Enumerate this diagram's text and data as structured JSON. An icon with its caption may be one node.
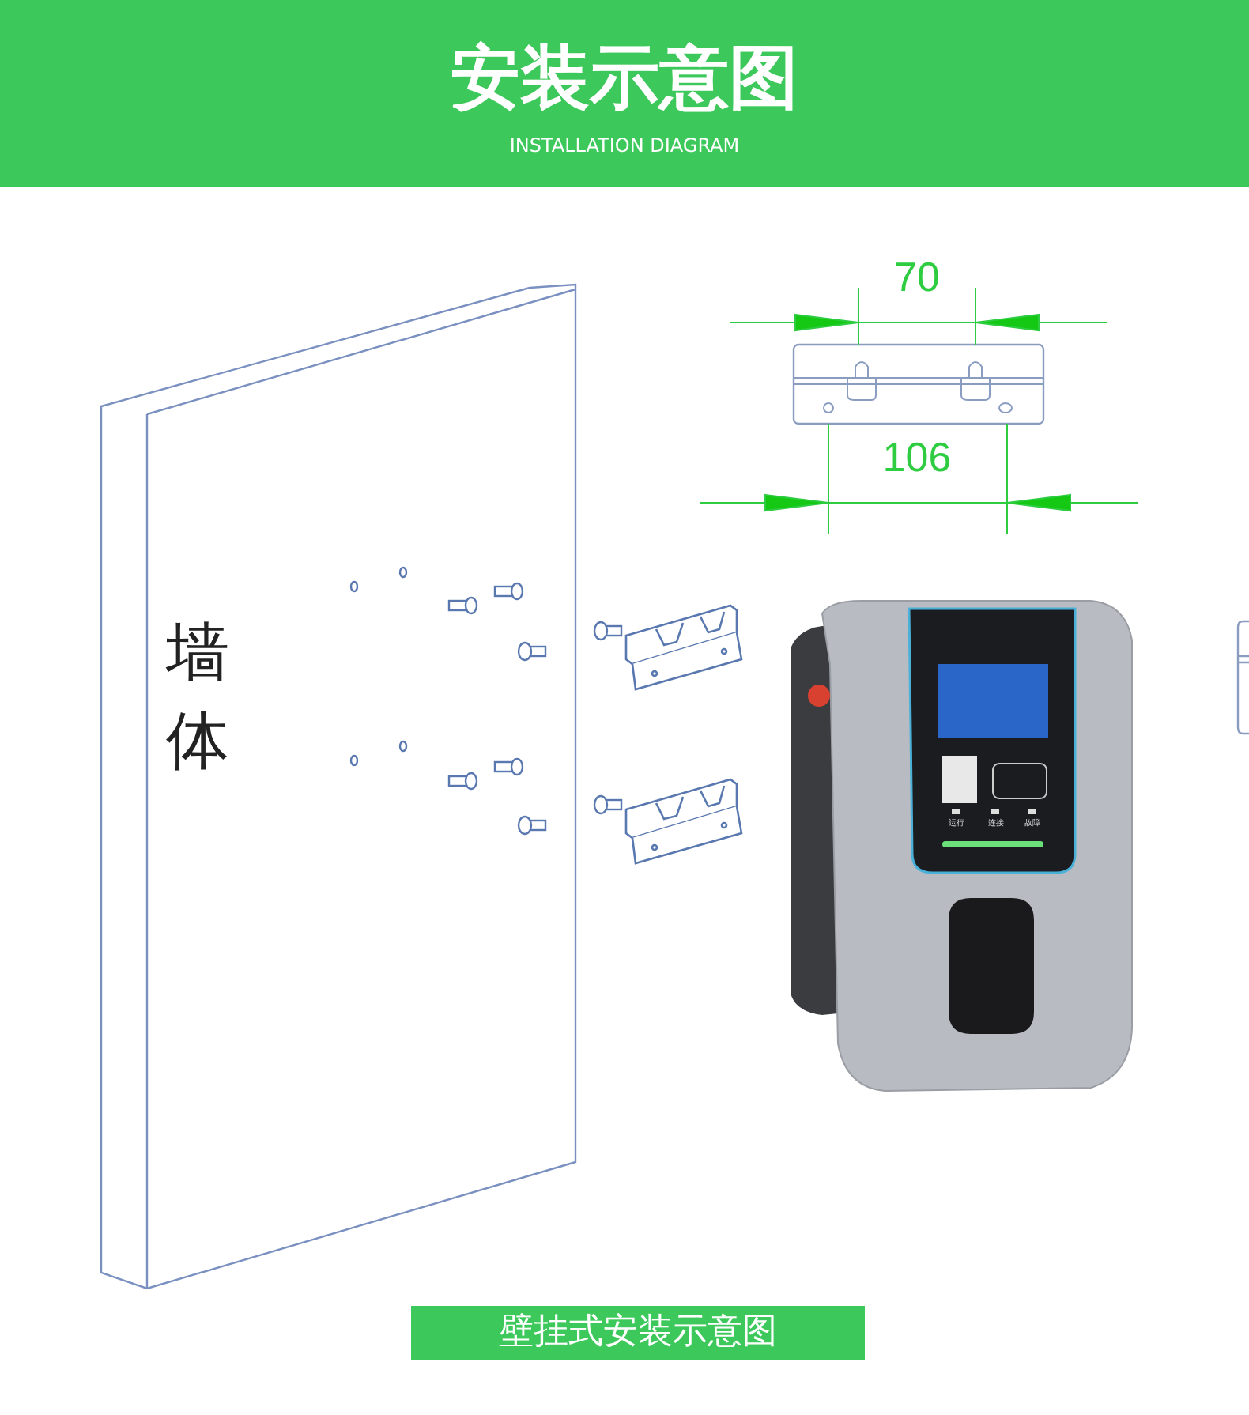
{
  "diagram": {
    "title": "安装示意图",
    "caption": "壁挂式安装示意图",
    "labels": [
      "INSTALLATION DIAGRAM",
      "70",
      "106",
      "墙体",
      "运行",
      "连接",
      "故障"
    ]
  }
}
